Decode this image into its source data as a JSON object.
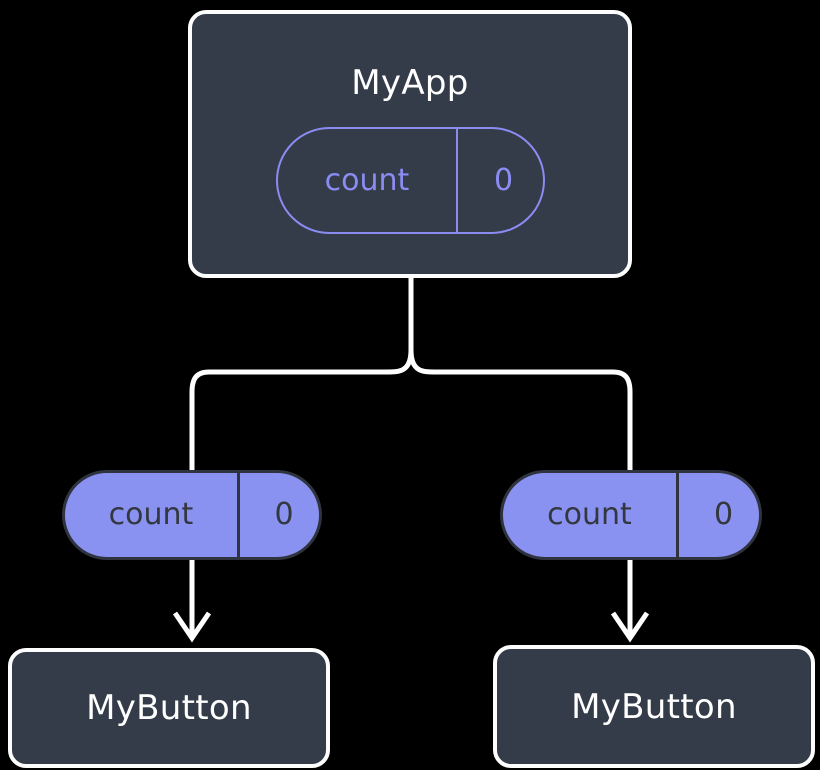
{
  "diagram": {
    "title": "MyApp widget tree with count state propagation",
    "background_color": "#000000",
    "box_fill_color": "#343b49",
    "box_border_color": "#fdfdfd",
    "pill_fill_color": "#8a92f1",
    "pill_accent_color": "#8a8cf2",
    "pill_text_dark_color": "#33373f",
    "wire_color": "#ffffff"
  },
  "root": {
    "label": "MyApp",
    "state": {
      "key": "count",
      "value": "0"
    }
  },
  "branches": [
    {
      "side": "left",
      "state": {
        "key": "count",
        "value": "0"
      },
      "child": {
        "label": "MyButton"
      }
    },
    {
      "side": "right",
      "state": {
        "key": "count",
        "value": "0"
      },
      "child": {
        "label": "MyButton"
      }
    }
  ]
}
